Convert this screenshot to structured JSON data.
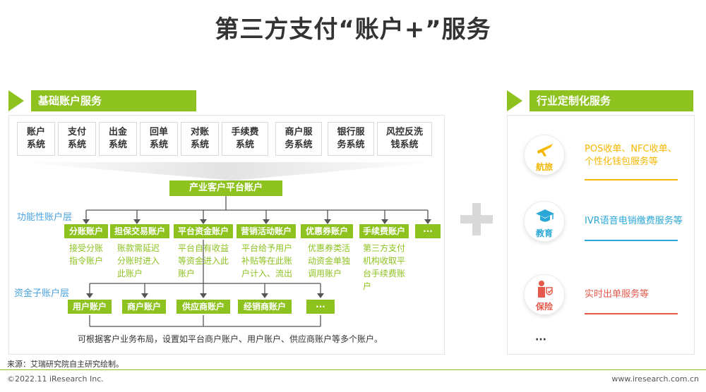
{
  "title": "第三方支付“账户+”服务",
  "left_section": {
    "header": "基础账户服务"
  },
  "right_section": {
    "header": "行业定制化服务"
  },
  "systems": [
    "账户\n系统",
    "支付\n系统",
    "出金\n系统",
    "回单\n系统",
    "对账\n系统",
    "手续费\n系统",
    "商户服\n务系统",
    "银行服\n务系统",
    "风控反洗\n钱系统"
  ],
  "platform_account": "产业客户平台账户",
  "functional_layer": {
    "label": "功能性账户层",
    "accounts": [
      {
        "name": "分账账户",
        "desc": "接受分账\n指令账户"
      },
      {
        "name": "担保交易账户",
        "desc": "账款需延迟\n分账时进入\n此账户"
      },
      {
        "name": "平台资金账户",
        "desc": "平台自有收益\n等资金进入此\n账户"
      },
      {
        "name": "营销活动账户",
        "desc": "平台给予用户\n补贴等在此账\n户计入、流出"
      },
      {
        "name": "优惠券账户",
        "desc": "优惠券类活\n动资金单独\n调用账户"
      },
      {
        "name": "手续费账户",
        "desc": "第三方支付\n机构收取平\n台手续费账\n户"
      },
      {
        "name": "···",
        "desc": ""
      }
    ]
  },
  "sub_layer": {
    "label": "资金子账户层",
    "accounts": [
      "用户账户",
      "商户账户",
      "供应商账户",
      "经销商账户",
      "···"
    ]
  },
  "note": "可根据客户业务布局，设置如平台商户账户、用户账户、供应商账户等多个账户。",
  "industries": [
    {
      "name": "航旅",
      "icon": "airplane-icon",
      "service": "POS收单、NFC收单、\n个性化钱包服务等",
      "color": "#f5b800"
    },
    {
      "name": "教育",
      "icon": "graduation-cap-icon",
      "service": "IVR语音电销缴费服务等",
      "color": "#2aa7d9"
    },
    {
      "name": "保险",
      "icon": "insurance-person-icon",
      "service": "实时出单服务等",
      "color": "#e4594b"
    }
  ],
  "more": "···",
  "source": "来源：艾瑞研究院自主研究绘制。",
  "copyright": "©2022.11 iResearch Inc.",
  "website": "www.iresearch.com.cn",
  "colors": {
    "accent_green": "#8dc21f",
    "blue_label": "#4aa3df",
    "gray": "#d9d9d9"
  }
}
